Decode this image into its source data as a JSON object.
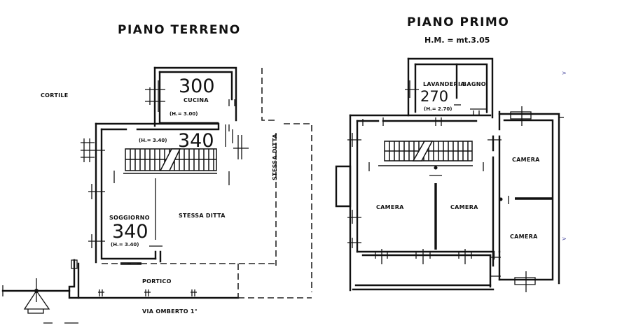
{
  "drawing": {
    "background": "#ffffff",
    "ink_color": "#111111",
    "ground_floor": {
      "title": "PIANO TERRENO",
      "labels": {
        "courtyard": "CORTILE",
        "street": "VIA OMBERTO 1°",
        "portico": "PORTICO",
        "same_firm": "STESSA DITTA",
        "same_firm_vertical": "STESSA DITTA"
      },
      "rooms": [
        {
          "name": "CUCINA",
          "area": "300",
          "height": "(H.= 3.00)"
        },
        {
          "name": "",
          "area": "340",
          "height": "(H.= 3.40)"
        },
        {
          "name": "SOGGIORNO",
          "area": "340",
          "height": "(H.= 3.40)"
        }
      ]
    },
    "first_floor": {
      "title": "PIANO PRIMO",
      "subtitle": "H.M. = mt.3.05",
      "rooms": [
        {
          "name": "LAVANDERIA",
          "area": "270",
          "height": "(H.= 2.70)"
        },
        {
          "name": "BAGNO"
        },
        {
          "name": "CAMERA"
        },
        {
          "name": "CAMERA"
        },
        {
          "name": "CAMERA"
        },
        {
          "name": "CAMERA"
        }
      ]
    },
    "margin_marks": [
      ">",
      ">"
    ]
  }
}
